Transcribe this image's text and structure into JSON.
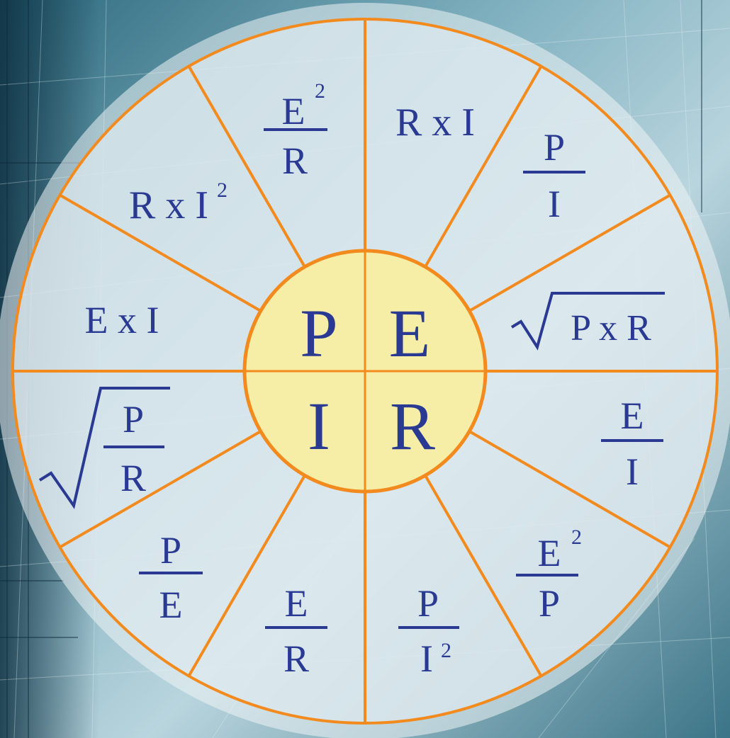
{
  "colors": {
    "ring_line": "#f28a1e",
    "text": "#2a3a92",
    "hub_fill": "#f6eea6",
    "face_fill": "#d8e6ec",
    "halo": "#eef4f6"
  },
  "hub": {
    "p": "P",
    "e": "E",
    "i": "I",
    "r": "R"
  },
  "wedges": {
    "e_sq_over_r": {
      "num_base": "E",
      "num_sup": "2",
      "den": "R"
    },
    "r_x_i": "R x I",
    "p_over_i": {
      "num": "P",
      "den": "I"
    },
    "sqrt_p_x_r": "P x R",
    "e_over_i": {
      "num": "E",
      "den": "I"
    },
    "e_sq_over_p": {
      "num_base": "E",
      "num_sup": "2",
      "den": "P"
    },
    "p_over_i_sq": {
      "num": "P",
      "den_base": "I",
      "den_sup": "2"
    },
    "e_over_r": {
      "num": "E",
      "den": "R"
    },
    "p_over_e": {
      "num": "P",
      "den": "E"
    },
    "sqrt_p_over_r": {
      "num": "P",
      "den": "R"
    },
    "e_x_i": "E x I",
    "r_x_i_sq": {
      "base": "R x I",
      "sup": "2"
    }
  }
}
